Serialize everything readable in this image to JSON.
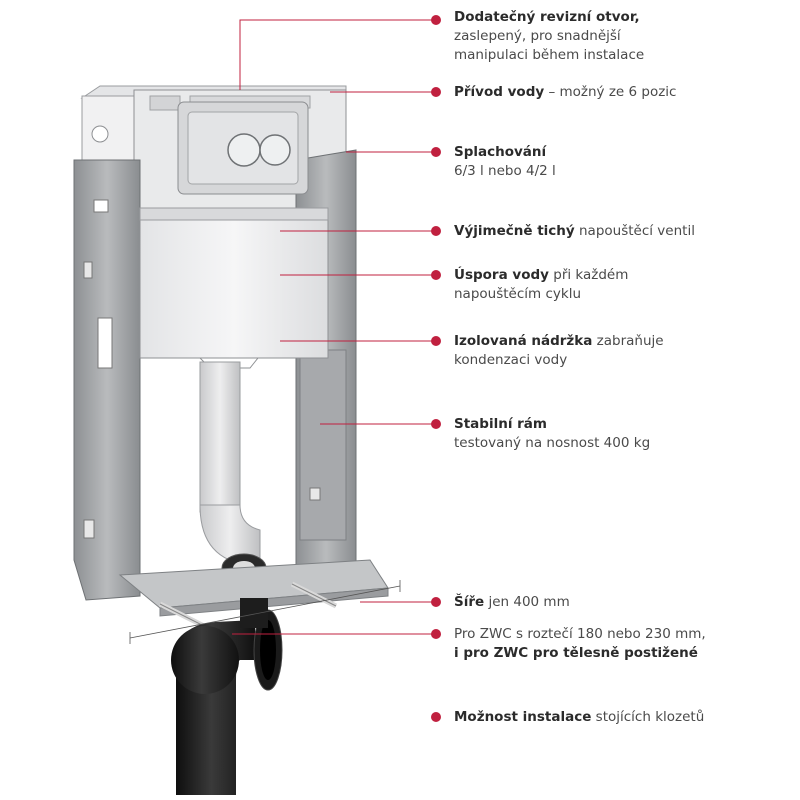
{
  "colors": {
    "accent": "#c0203f",
    "frame_gray": "#a9abae",
    "frame_dark": "#7e8184",
    "tank_white": "#eeeff0",
    "pipe_black": "#1c1c1c"
  },
  "callouts": [
    {
      "bold": "Dodatečný revizní otvor,",
      "rest": "",
      "line2": "zaslepený, pro snadnější",
      "line3": "manipulaci během instalace"
    },
    {
      "bold": "Přívod vody",
      "rest": " – možný ze 6 pozic",
      "line2": "",
      "line3": ""
    },
    {
      "bold": "Splachování",
      "rest": "",
      "line2": "6/3 l nebo 4/2 l",
      "line3": ""
    },
    {
      "bold": "Výjimečně tichý",
      "rest": " napouštěcí ventil",
      "line2": "",
      "line3": ""
    },
    {
      "bold": "Úspora vody",
      "rest": " při každém",
      "line2": "napouštěcím cyklu",
      "line3": ""
    },
    {
      "bold": "Izolovaná nádržka",
      "rest": " zabraňuje",
      "line2": "kondenzaci vody",
      "line3": ""
    },
    {
      "bold": "Stabilní rám",
      "rest": "",
      "line2": "testovaný na nosnost 400 kg",
      "line3": ""
    },
    {
      "bold": "Šíře",
      "rest": " jen 400 mm",
      "line2": "",
      "line3": ""
    },
    {
      "bold": "",
      "rest": "Pro ZWC s roztečí 180 nebo 230 mm,",
      "line2": "i pro ZWC pro tělesně postižené",
      "line3": ""
    },
    {
      "bold": "Možnost instalace",
      "rest": " stojících klozetů",
      "line2": "",
      "line3": ""
    }
  ],
  "icons": {
    "bullet": "dot-icon",
    "flush_button": "dual-flush-button-icon"
  }
}
